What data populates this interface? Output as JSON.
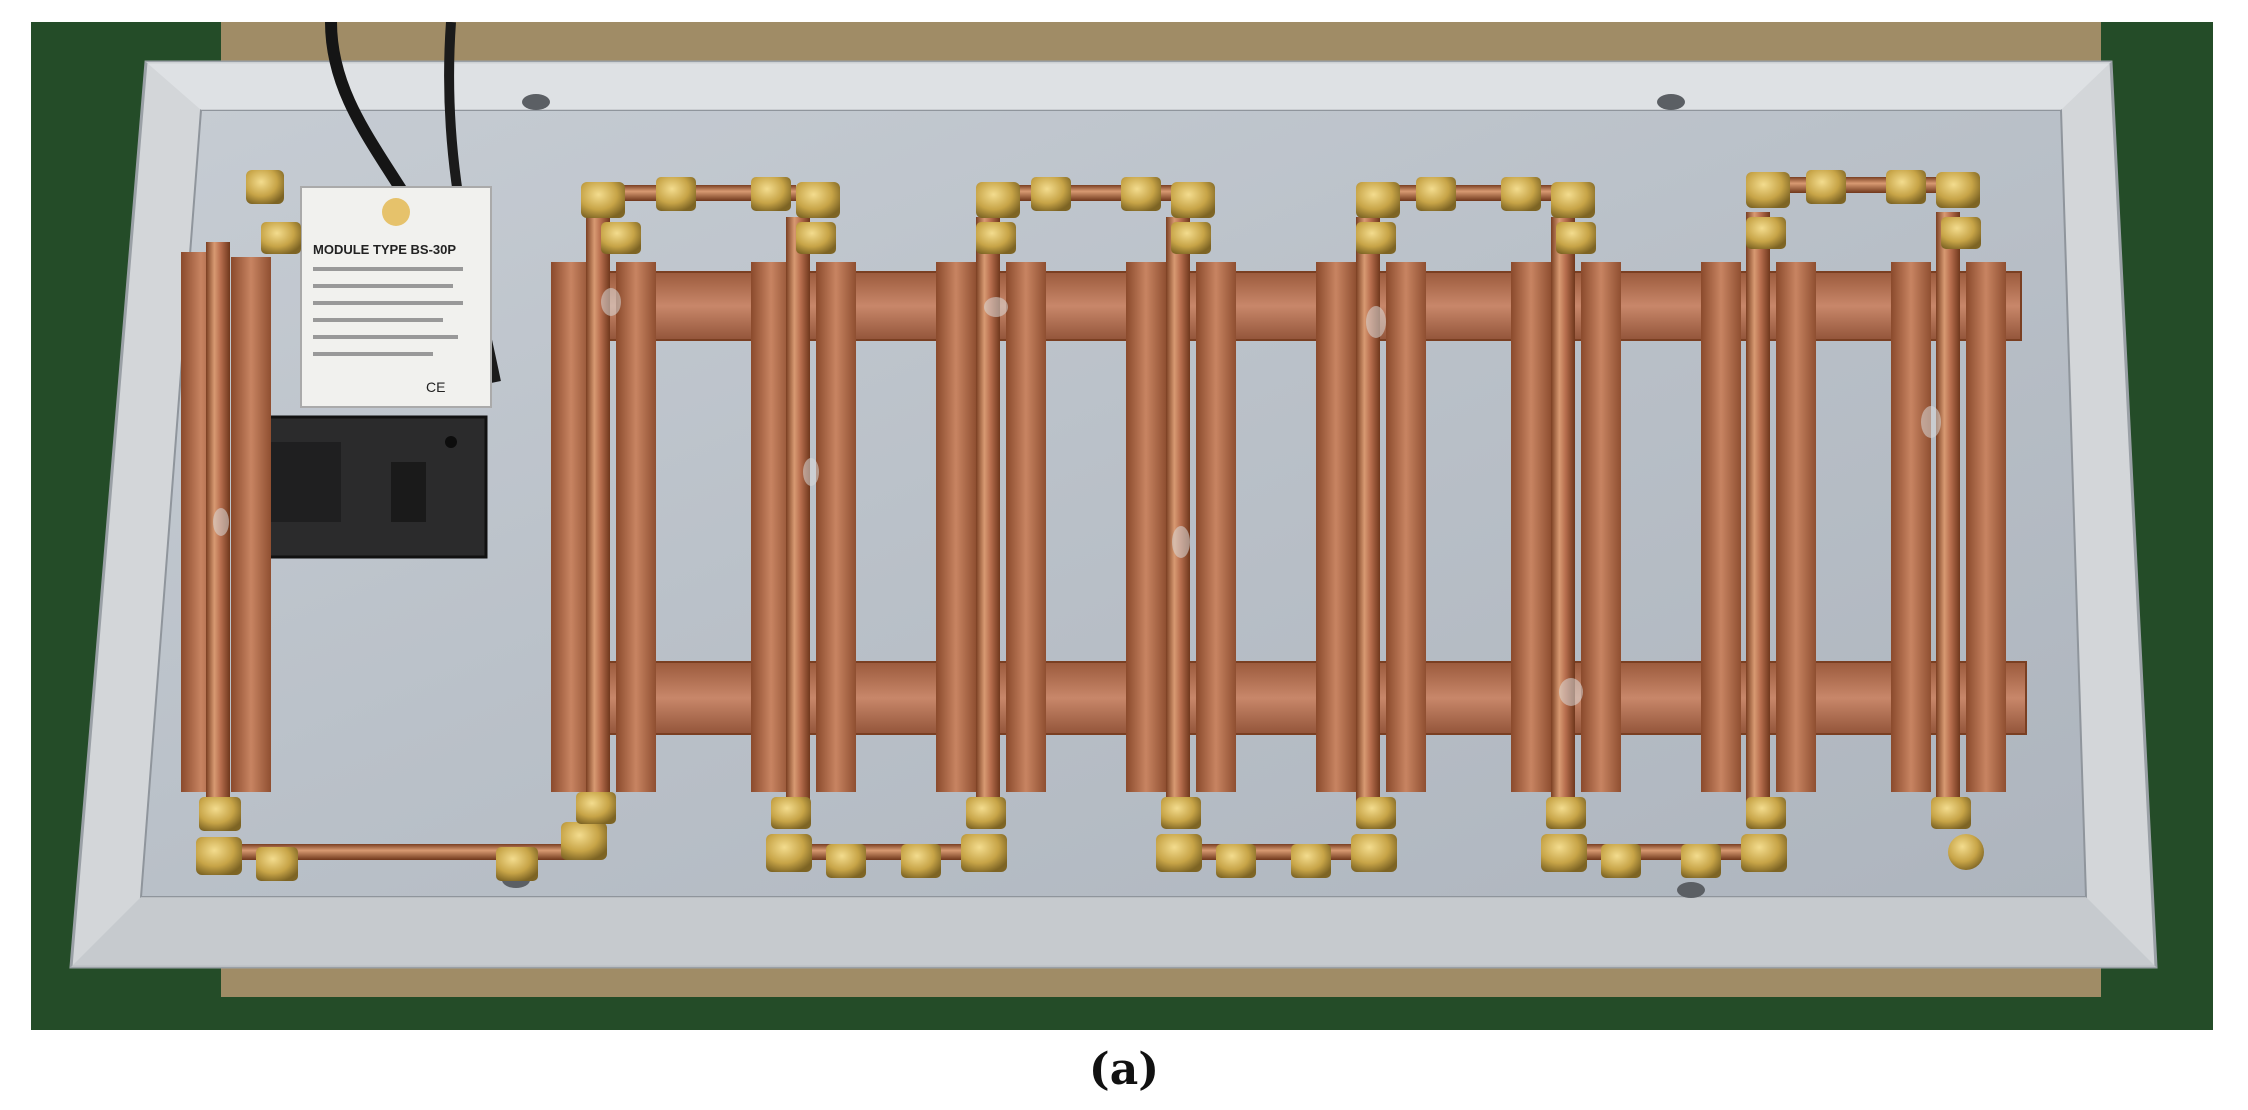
{
  "figure": {
    "caption": "(a)"
  },
  "module_label": {
    "title": "MODULE TYPE BS-30P",
    "cert_marks": "CE"
  },
  "colors": {
    "panel": "#b9bfc6",
    "frame": "#d3d6d9",
    "copper": "#b86f4f",
    "brass": "#c7a447",
    "grass": "#264f2a",
    "table": "#b89a72"
  }
}
